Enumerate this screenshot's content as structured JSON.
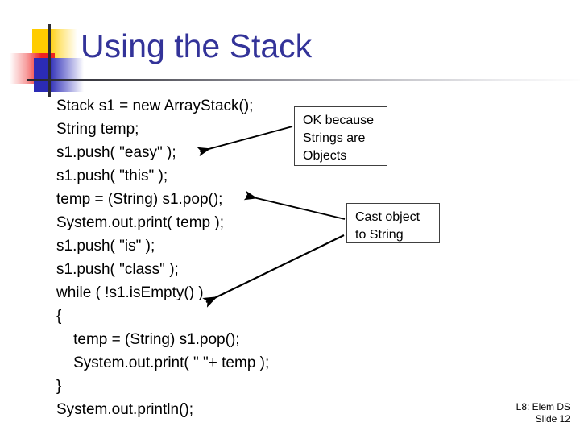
{
  "slide": {
    "title": "Using the Stack",
    "title_color": "#333399",
    "background_color": "#ffffff"
  },
  "decoration": {
    "yellow_square_color": "#ffcc00",
    "red_square_color": "#ee2222",
    "blue_square_color": "#2b2bb5",
    "rule_color": "#2b2b33"
  },
  "code": {
    "lines": [
      "Stack s1 = new ArrayStack();",
      "String temp;",
      "s1.push( \"easy\" );",
      "s1.push( \"this\" );",
      "temp = (String) s1.pop();",
      "System.out.print( temp );",
      "s1.push( \"is\" );",
      "s1.push( \"class\" );",
      "while ( !s1.isEmpty() )",
      "{",
      "    temp = (String) s1.pop();",
      "    System.out.print( \" \"+ temp );",
      "}",
      "System.out.println();"
    ]
  },
  "callouts": [
    {
      "id": "ok-because-strings-are-objects",
      "lines": [
        "OK because",
        "Strings are",
        "Objects"
      ]
    },
    {
      "id": "cast-object-to-string",
      "lines": [
        "Cast object",
        "to String"
      ]
    }
  ],
  "footer": {
    "line1": "L8: Elem DS",
    "line2": "Slide 12"
  }
}
